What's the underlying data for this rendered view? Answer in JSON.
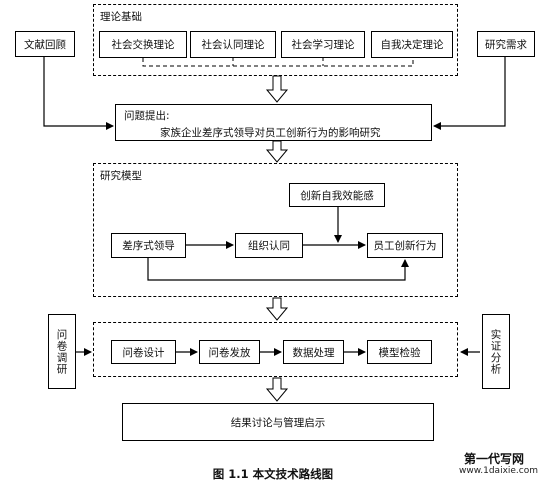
{
  "theory": {
    "title": "理论基础",
    "items": [
      "社会交换理论",
      "社会认同理论",
      "社会学习理论",
      "自我决定理论"
    ]
  },
  "literature_review": "文献回顾",
  "research_need": "研究需求",
  "problem": {
    "label": "问题提出:",
    "text": "家族企业差序式领导对员工创新行为的影响研究"
  },
  "model": {
    "title": "研究模型",
    "self_efficacy": "创新自我效能感",
    "leadership": "差序式领导",
    "identification": "组织认同",
    "behavior": "员工创新行为"
  },
  "survey_method": "问卷调研",
  "empirical_method": "实证分析",
  "steps": [
    "问卷设计",
    "问卷发放",
    "数据处理",
    "模型检验"
  ],
  "conclusion": "结果讨论与管理启示",
  "caption": "图 1.1  本文技术路线图",
  "watermark": {
    "title": "第一代写网",
    "url": "www.1daixie.com"
  }
}
